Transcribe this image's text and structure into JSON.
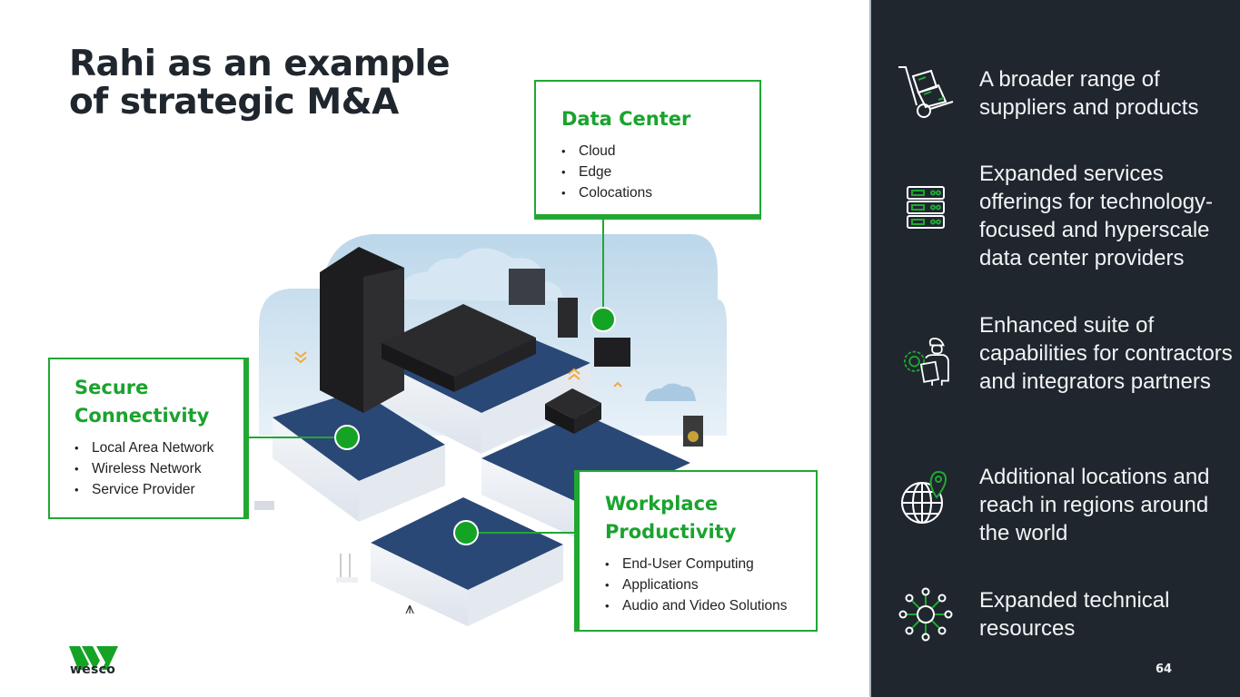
{
  "slide": {
    "title_line1": "Rahi as an example",
    "title_line2": "of strategic M&A",
    "page_number": "64",
    "brand": "wesco"
  },
  "colors": {
    "accent_green": "#1aa32e",
    "dark_panel": "#1f262e",
    "title_text": "#1f262e",
    "panel_text": "#f2f4f5"
  },
  "callouts": {
    "data_center": {
      "heading": "Data Center",
      "items": [
        "Cloud",
        "Edge",
        "Colocations"
      ]
    },
    "secure_connectivity": {
      "heading_line1": "Secure",
      "heading_line2": "Connectivity",
      "items": [
        "Local Area Network",
        "Wireless Network",
        "Service Provider"
      ]
    },
    "workplace_productivity": {
      "heading_line1": "Workplace",
      "heading_line2": "Productivity",
      "items": [
        "End-User Computing",
        "Applications",
        "Audio and Video Solutions"
      ]
    }
  },
  "benefits": [
    {
      "icon": "hand-truck-icon",
      "text": "A broader range of suppliers and products"
    },
    {
      "icon": "server-rack-icon",
      "text": "Expanded services offerings for technology-focused and hyperscale data center providers"
    },
    {
      "icon": "contractor-gear-icon",
      "text": "Enhanced suite of capabilities for contractors and integrators partners"
    },
    {
      "icon": "globe-location-icon",
      "text": "Additional locations and reach in regions around the world"
    },
    {
      "icon": "network-hub-icon",
      "text": "Expanded technical resources"
    }
  ]
}
